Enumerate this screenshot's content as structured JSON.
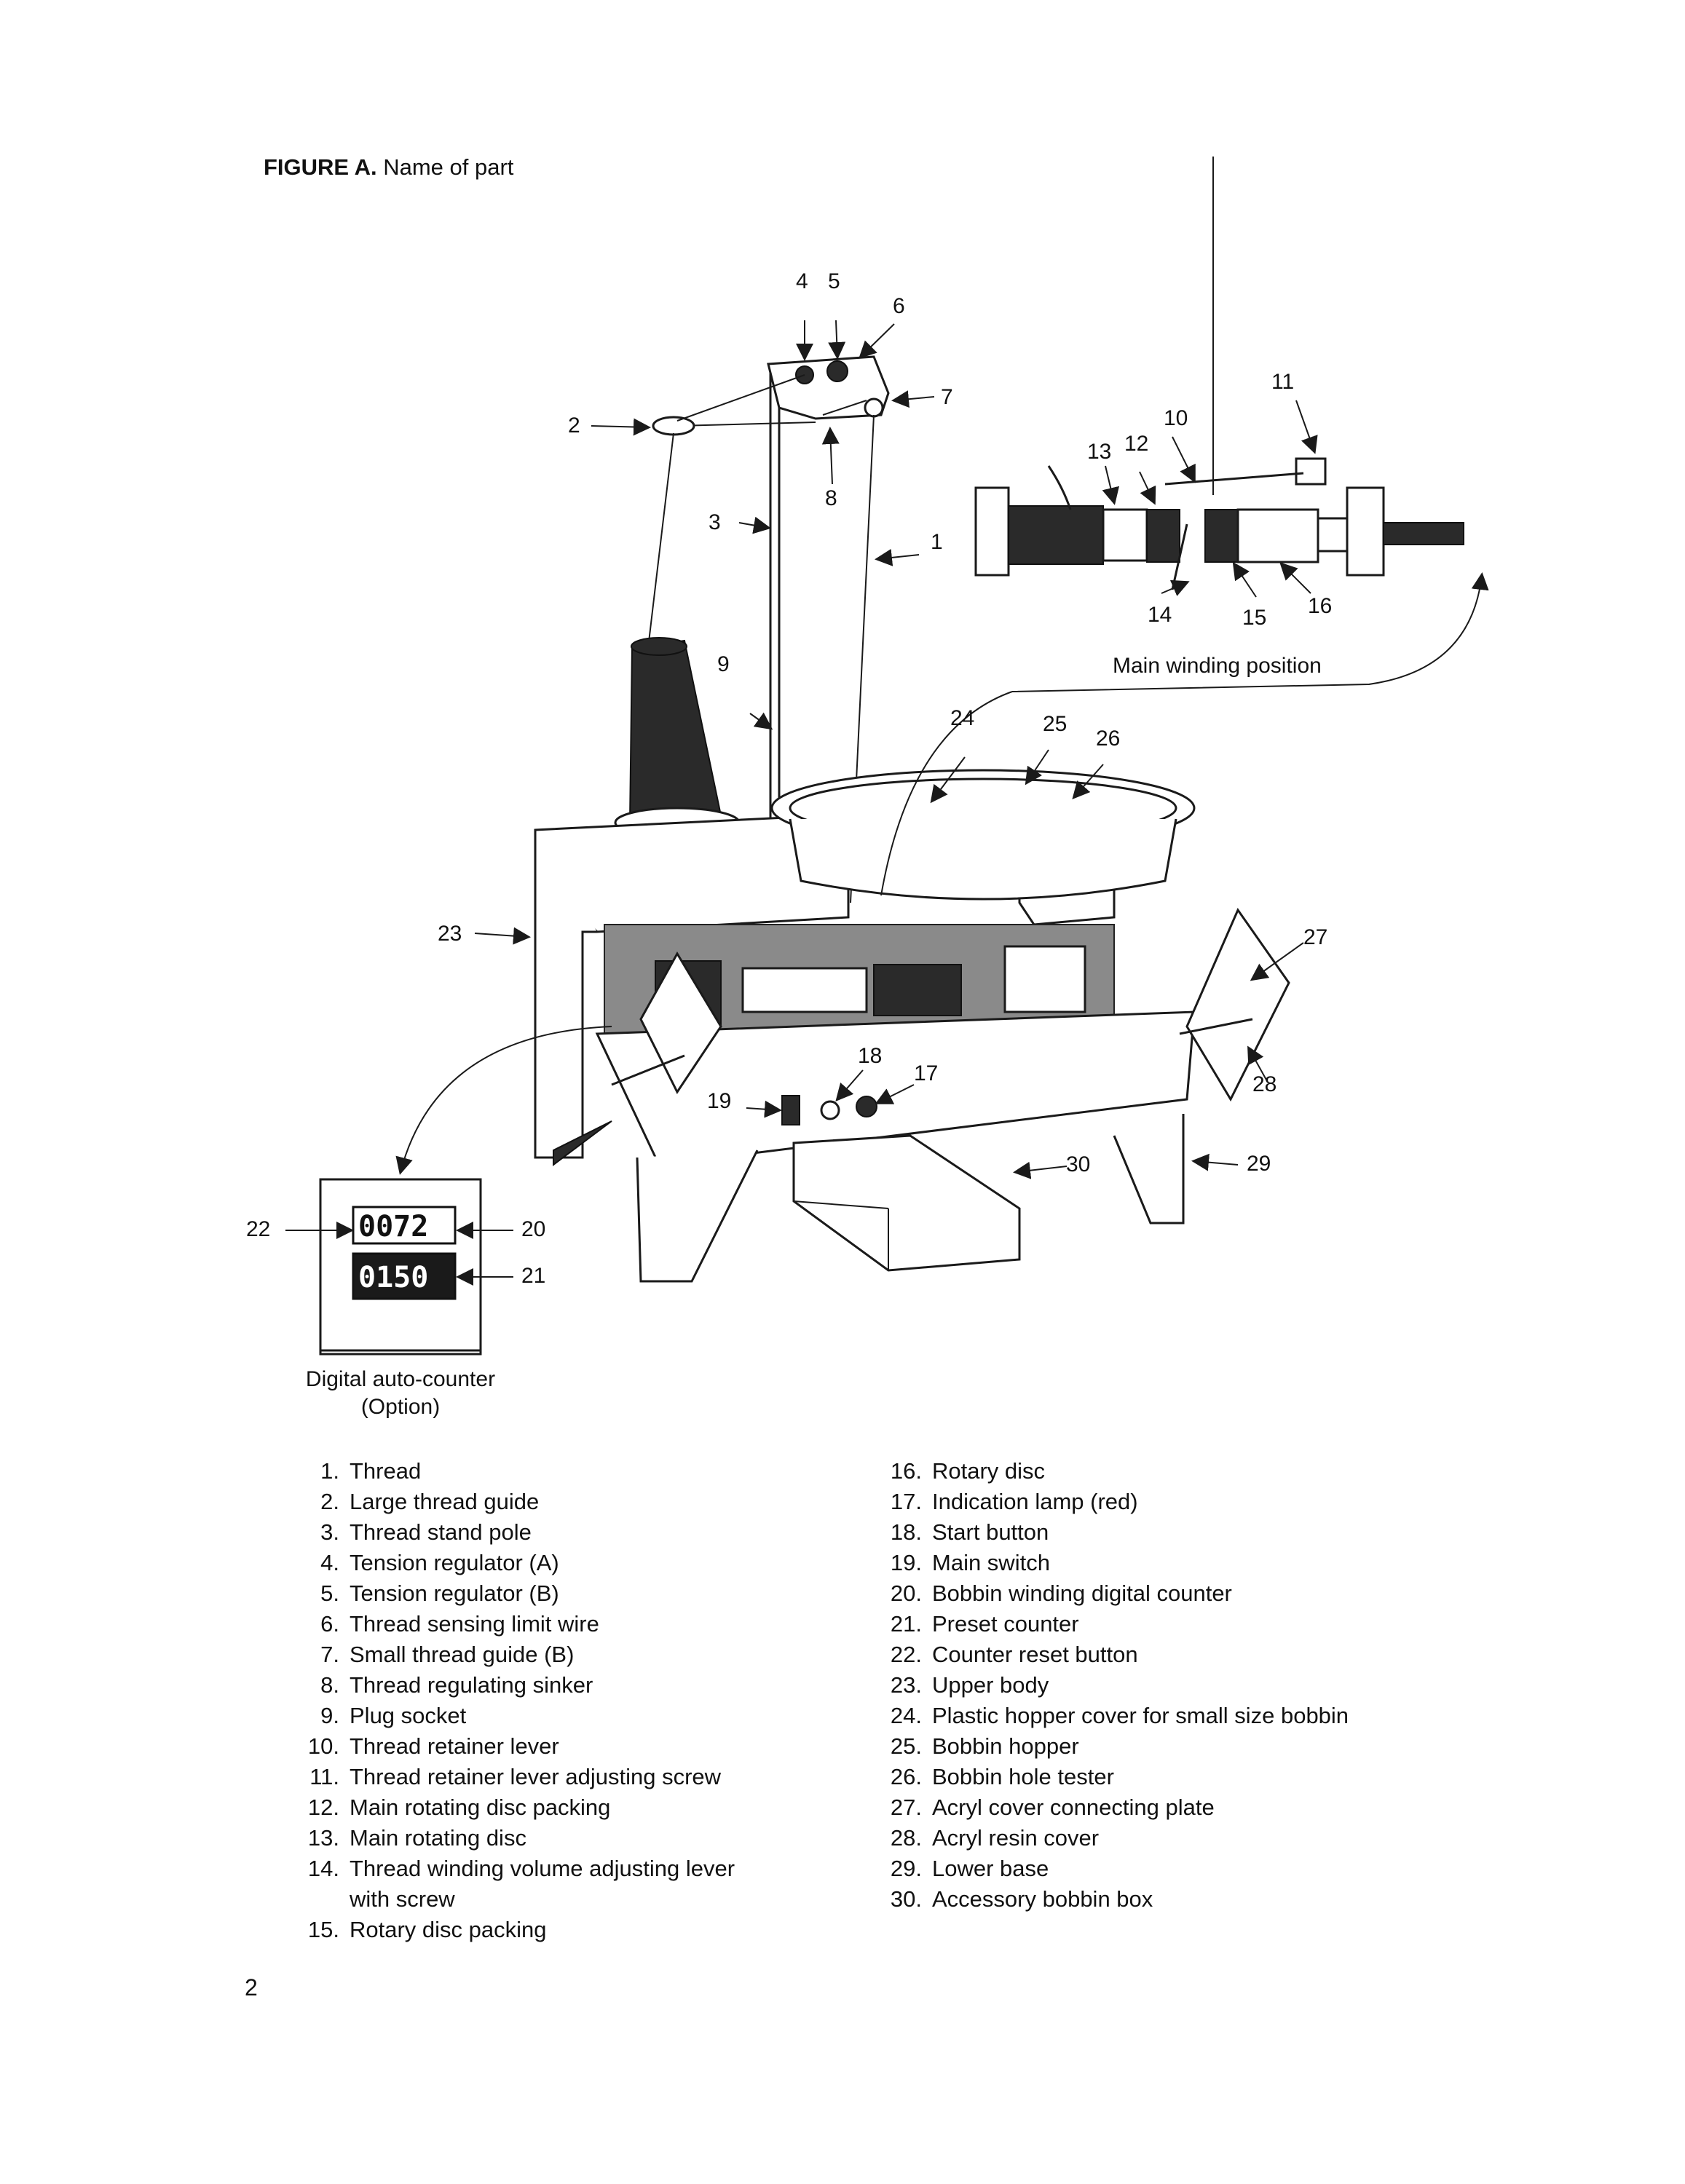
{
  "figure": {
    "label": "FIGURE A.",
    "title": "Name of part"
  },
  "callouts": [
    "1",
    "2",
    "3",
    "4",
    "5",
    "6",
    "7",
    "8",
    "9",
    "10",
    "11",
    "12",
    "13",
    "14",
    "15",
    "16",
    "17",
    "18",
    "19",
    "20",
    "21",
    "22",
    "23",
    "24",
    "25",
    "26",
    "27",
    "28",
    "29",
    "30"
  ],
  "main_winding_caption": "Main winding position",
  "counter": {
    "top_digits": "0072",
    "bottom_digits": "0150",
    "caption_line1": "Digital auto-counter",
    "caption_line2": "(Option)"
  },
  "parts_left": [
    {
      "num": "1.",
      "text": "Thread"
    },
    {
      "num": "2.",
      "text": "Large thread guide"
    },
    {
      "num": "3.",
      "text": "Thread stand pole"
    },
    {
      "num": "4.",
      "text": "Tension regulator (A)"
    },
    {
      "num": "5.",
      "text": "Tension regulator (B)"
    },
    {
      "num": "6.",
      "text": "Thread sensing limit wire"
    },
    {
      "num": "7.",
      "text": "Small thread guide (B)"
    },
    {
      "num": "8.",
      "text": "Thread regulating sinker"
    },
    {
      "num": "9.",
      "text": "Plug socket"
    },
    {
      "num": "10.",
      "text": "Thread retainer lever"
    },
    {
      "num": "11.",
      "text": "Thread retainer lever adjusting screw"
    },
    {
      "num": "12.",
      "text": "Main rotating disc packing"
    },
    {
      "num": "13.",
      "text": "Main rotating disc"
    },
    {
      "num": "14.",
      "text": "Thread winding volume adjusting lever"
    },
    {
      "num": "",
      "text": "with screw"
    },
    {
      "num": "15.",
      "text": "Rotary disc packing"
    }
  ],
  "parts_right": [
    {
      "num": "16.",
      "text": "Rotary disc"
    },
    {
      "num": "17.",
      "text": "Indication lamp (red)"
    },
    {
      "num": "18.",
      "text": "Start button"
    },
    {
      "num": "19.",
      "text": "Main switch"
    },
    {
      "num": "20.",
      "text": "Bobbin winding digital counter"
    },
    {
      "num": "21.",
      "text": "Preset counter"
    },
    {
      "num": "22.",
      "text": "Counter reset button"
    },
    {
      "num": "23.",
      "text": "Upper body"
    },
    {
      "num": "24.",
      "text": "Plastic hopper cover for small size bobbin"
    },
    {
      "num": "25.",
      "text": "Bobbin hopper"
    },
    {
      "num": "26.",
      "text": "Bobbin hole tester"
    },
    {
      "num": "27.",
      "text": "Acryl cover connecting plate"
    },
    {
      "num": "28.",
      "text": "Acryl resin cover"
    },
    {
      "num": "29.",
      "text": "Lower base"
    },
    {
      "num": "30.",
      "text": "Accessory bobbin box"
    }
  ],
  "page_number": "2"
}
